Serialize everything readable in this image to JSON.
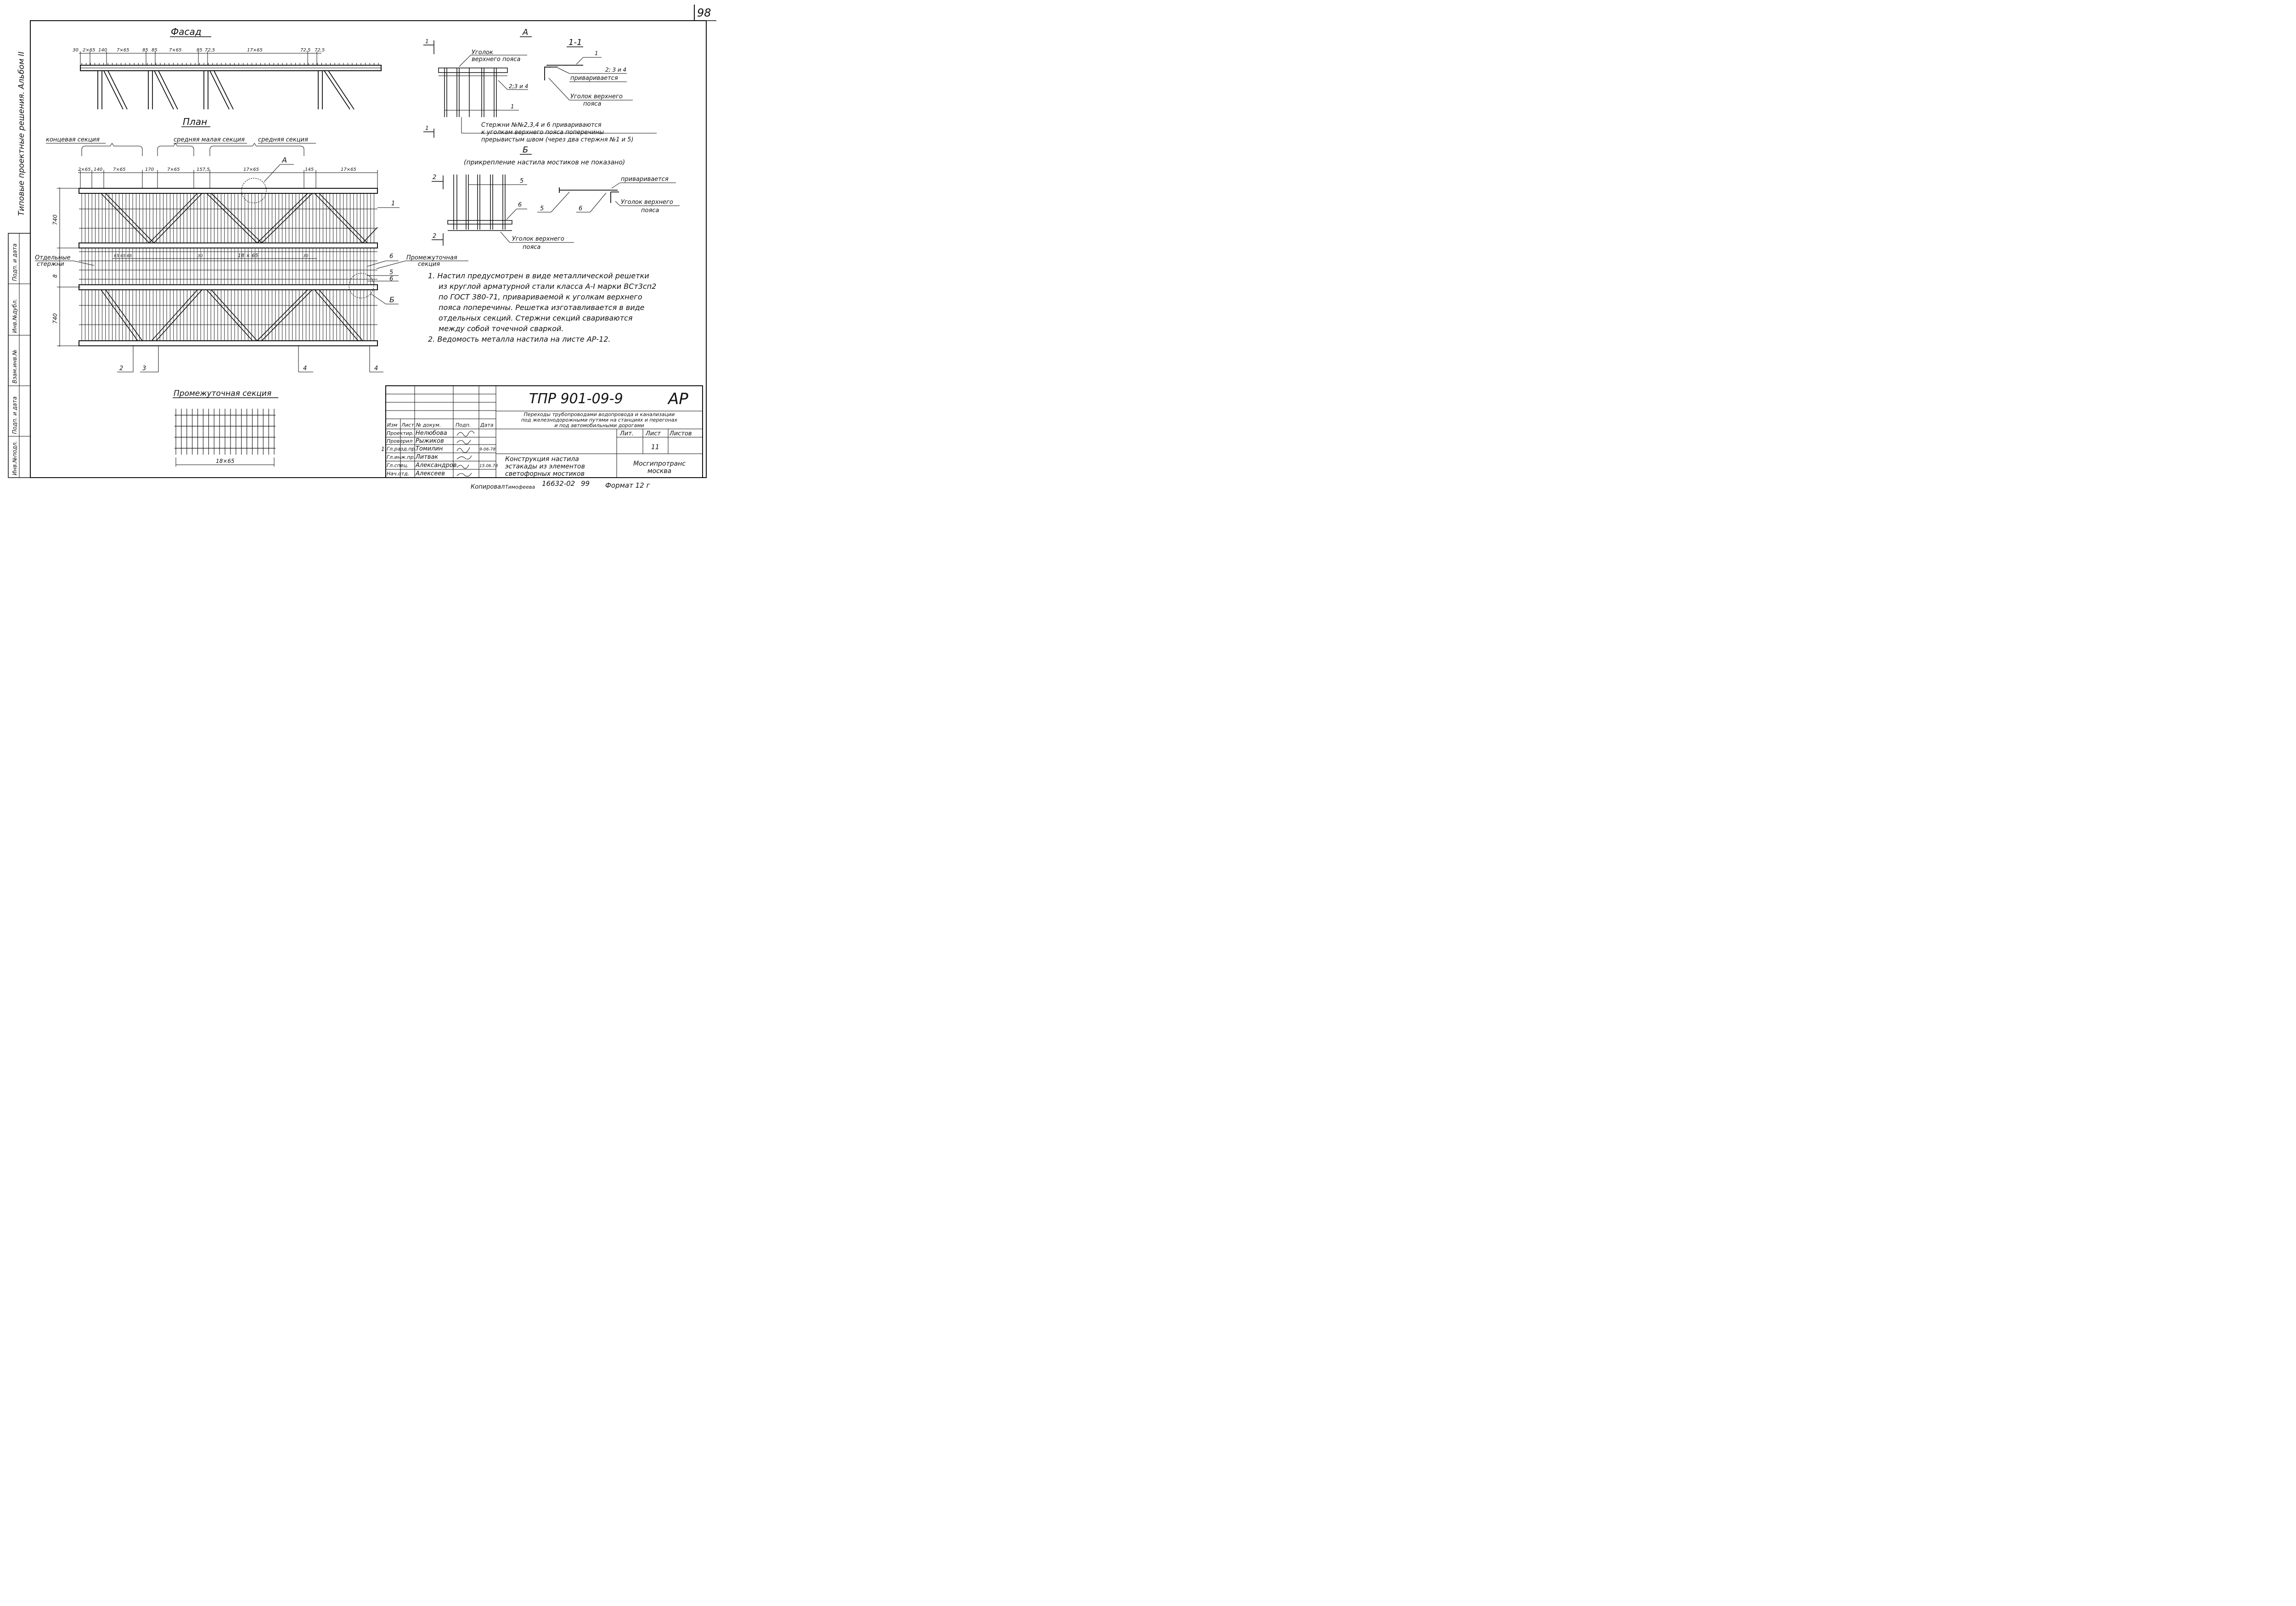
{
  "sheet": {
    "page_number": "98",
    "album_note": "Типовые проектные решения.   Альбом II",
    "side_stamps": [
      "Инв.№подл.",
      "Подп. и дата",
      "Взам.инв.№",
      "Инв.№дубл.",
      "Подп. и дата"
    ]
  },
  "views": {
    "facade": {
      "title": "Фасад",
      "dims": [
        "30",
        "2×65",
        "140",
        "7×65",
        "85",
        "85",
        "7×65",
        "85",
        "72,5",
        "17×65",
        "72,5",
        "72,5"
      ]
    },
    "plan": {
      "title": "План",
      "sections": [
        "концевая секция",
        "средняя малая секция",
        "средняя секция"
      ],
      "dims": [
        "2×65",
        "140",
        "7×65",
        "170",
        "7×65",
        "157,5",
        "17×65",
        "145",
        "17×65"
      ],
      "height_dims": [
        "740",
        "8",
        "740"
      ],
      "mid_dims": [
        "65",
        "65",
        "65",
        "30",
        "18 × 65",
        "30"
      ],
      "separate_rods": "Отдельные стержни",
      "intermediate_section": "Промежуточная секция",
      "callouts": [
        "А",
        "Б"
      ],
      "markers_right": [
        "1",
        "6",
        "5",
        "6"
      ],
      "markers_bottom": [
        "2",
        "3",
        "4",
        "4"
      ]
    },
    "detail_a": {
      "title": "А",
      "section_marks": [
        "1",
        "1"
      ],
      "chord_angle": "Уголок верхнего пояса",
      "rod_ref": "2;3 и 4",
      "rod_1": "1",
      "rods_note": "Стержни №№2,3,4 и 6 привариваются к уголкам верхнего пояса поперечины прерывистым швом (через два стержня №1 и 5)"
    },
    "section_1_1": {
      "title": "1-1",
      "rod_1": "1",
      "rods": "2; 3 и 4",
      "welded": "приваривается",
      "angle": "Уголок верхнего пояса"
    },
    "detail_b": {
      "title": "Б",
      "subtitle": "(прикрепление настила мостиков не показано)",
      "section_marks": [
        "2",
        "2"
      ],
      "rod_5": "5",
      "rod_6": "6",
      "angle": "Уголок верхнего пояса",
      "welded": "приваривается",
      "angle_2": "Уголок верхнего пояса"
    },
    "intermediate": {
      "title": "Промежуточная секция",
      "dim": "18×65"
    }
  },
  "notes": [
    "1. Настил предусмотрен в виде металлической решетки",
    "из круглой арматурной стали класса А-I марки ВСт3сп2",
    "по ГОСТ 380-71, привариваемой к уголкам верхнего",
    "пояса поперечины. Решетка изготавливается в виде",
    "отдельных секций. Стержни секций сваривают­ся",
    "между собой точечной сваркой.",
    "2. Ведомость металла настила на листе АР-12."
  ],
  "title_block": {
    "code": "ТПР 901-09-9",
    "stage_mark": "АР",
    "project": [
      "Переходы трубопроводами водопровода и канализации",
      "под железнодорожными путями на станциях и перегонах",
      "и под автомобильными дорогами"
    ],
    "headers": [
      "Изм",
      "Лист",
      "№ докум.",
      "Подп.",
      "Дата"
    ],
    "roles": [
      "Проектир.",
      "Проверил",
      "Гл.разд.пр.",
      "Гл.инж.пр.",
      "Гл.спец.",
      "Нач.отд."
    ],
    "names": [
      "Нелюбова",
      "Рыжиков",
      "Томилин",
      "Литвак",
      "Александров",
      "Алексеев"
    ],
    "dates": [
      "9-06-78",
      "15.06.78"
    ],
    "row_mark": "1",
    "sheet_labels": [
      "Лит.",
      "Лист",
      "Листов"
    ],
    "sheet_value": "11",
    "drawing_title": [
      "Конструкция настила",
      "эстакады из элементов",
      "светофорных мостиков"
    ],
    "organization": [
      "Мосгипротранс",
      "москва"
    ],
    "bottom": {
      "copied": "Копировал",
      "copier": "Тимофеева",
      "archive": "16632-02",
      "page": "99",
      "format": "Формат 12 г"
    }
  }
}
